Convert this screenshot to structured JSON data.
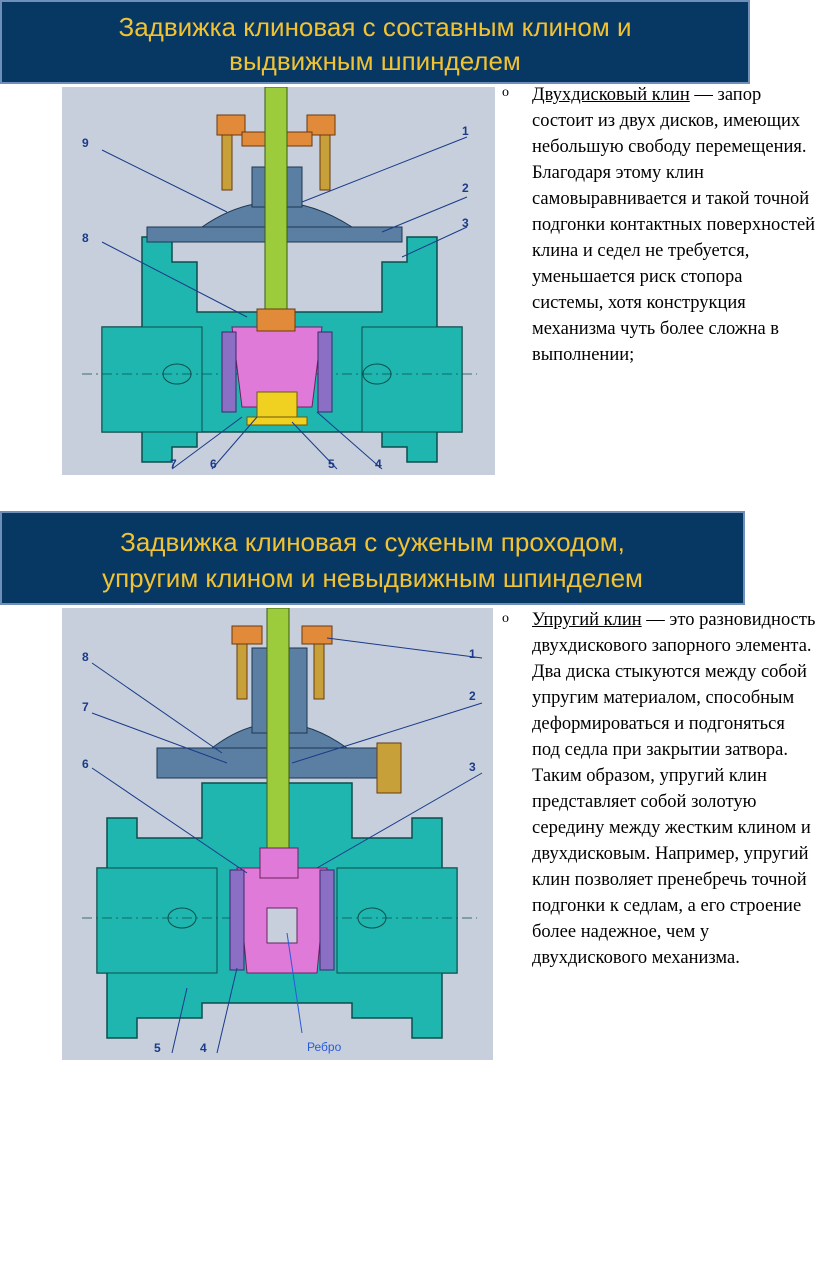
{
  "section1": {
    "title_line1": "Задвижка  клиновая  с  составным  клином  и",
    "title_line2": "выдвижным   шпинделем",
    "bullet": "o",
    "term": "Двухдисковый клин",
    "text": " — запор состоит из двух дисков, имеющих небольшую свободу перемещения. Благодаря этому клин самовыравнивается и такой точной подгонки контактных поверхностей клина и седел не требуется, уменьшается риск стопора системы, хотя конструкция механизма чуть более сложна в выполнении;",
    "callouts": [
      "9",
      "8",
      "1",
      "2",
      "3",
      "7",
      "6",
      "5",
      "4"
    ]
  },
  "section2": {
    "title_line1": "Задвижка  клиновая  с  суженым  проходом,",
    "title_line2": "упругим  клином  и  невыдвижным  шпинделем",
    "bullet": "o",
    "term": "Упругий клин",
    "text": " — это разновидность двухдискового запорного элемента. Два диска стыкуются между собой упругим материалом, способным деформироваться и подгоняться под седла при закрытии затвора. Таким образом, упругий клин представляет собой золотую середину между жестким клином и двухдисковым. Например, упругий клин позволяет пренебречь точной подгонки к седлам, а его строение более надежное, чем у двухдискового механизма.",
    "callouts": [
      "8",
      "7",
      "6",
      "1",
      "2",
      "3",
      "5",
      "4"
    ],
    "rib_label": "Ребро"
  },
  "colors": {
    "banner_bg": "#073763",
    "banner_text": "#f1c232",
    "body_teal": "#1fb6b0",
    "bonnet_blue": "#5b7fa3",
    "stem_green": "#9ccc3c",
    "wedge_pink": "#e07ad8",
    "seat_purple": "#8a6fc4",
    "nut_orange": "#e08a3a",
    "callout_blue": "#1a3a8a"
  }
}
